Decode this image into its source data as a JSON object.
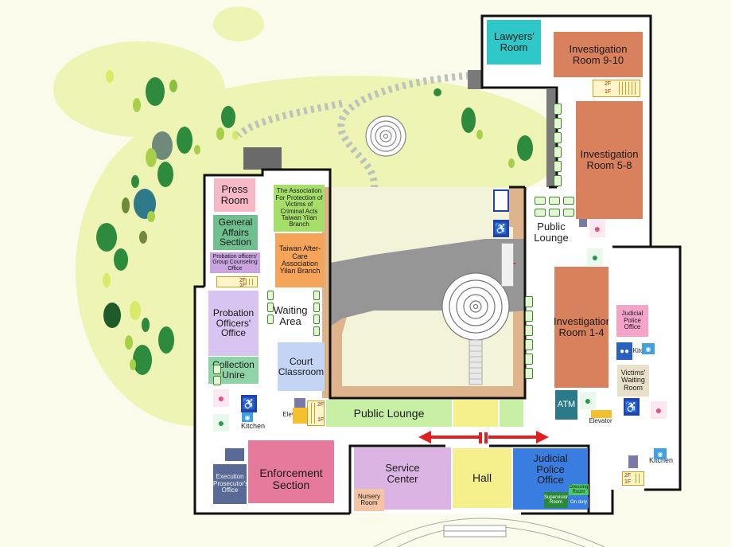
{
  "rooms": {
    "lawyers": "Lawyers' Room",
    "inv910": "Investigation Room 9-10",
    "inv58": "Investigation Room 5-8",
    "inv14": "Investigation Room 1-4",
    "press": "Press Room",
    "general_affairs": "General Affairs Section",
    "probation_group": "Probation officers' Group Counseling Office",
    "victims_assoc": "The Association For Protection of Victims of Criminal Acts Taiwan Yilan Branch",
    "aftercare": "Taiwan After-Care Association Yilan Branch",
    "probation_office": "Probation Officers' Office",
    "collection": "Collection Unire",
    "court_classroom": "Court Classroom",
    "enforcement": "Enforcement Section",
    "execution": "Execution Prosecutor's Office",
    "service": "Service Center",
    "nursery": "Nursery Room",
    "hall": "Hall",
    "judicial_police_office": "Judicial Police Office",
    "supervision": "Supervision Room",
    "dressing": "Dressing Room",
    "on_duty": "On duty",
    "judicial_police_small": "Judicial Police Office",
    "victims_waiting": "Victims' Waiting Room",
    "atm": "ATM"
  },
  "labels": {
    "public_lounge_top": "Public Lounge",
    "waiting_area": "Waiting Area",
    "public_lounge_bottom": "Public Lounge",
    "kitchen_left": "Kitchen",
    "kitchen_right_top": "Kitchen",
    "kitchen_right_bottom": "Kitchen",
    "elevator_left": "Elevator",
    "elevator_right": "Elevator"
  },
  "stairs": {
    "upper": "2F",
    "lower": "1F"
  },
  "icons": {
    "restroom_female": "female-restroom-icon",
    "restroom_male": "male-restroom-icon",
    "restroom_both": "restroom-icon",
    "accessible": "wheelchair-accessible-icon",
    "kitchen": "kitchen-icon",
    "elevator": "elevator-icon"
  },
  "colors": {
    "lawyers": "#2fc8c8",
    "investigation": "#d9805c",
    "press": "#f5b8c4",
    "general_affairs": "#6fbf8f",
    "probation_group": "#c9a4e0",
    "victims_assoc": "#a6de6a",
    "aftercare": "#f5a45a",
    "probation_office": "#d8c4f0",
    "collection": "#8fd4a8",
    "court_classroom": "#c4d4f5",
    "enforcement": "#e67a9c",
    "execution": "#5a6a96",
    "service": "#dcb4e4",
    "nursery": "#f5c4a4",
    "hall": "#f5f08c",
    "judicial_police_office": "#3a7de0",
    "judicial_police_small": "#f5a4c8",
    "victims_waiting": "#e8e0c8",
    "atm": "#2a7a8a",
    "public_lounge": "#c8f0a4",
    "lawn": "#eef5b4",
    "courtyard": "#f3f3da",
    "plaza": "#969696",
    "walkway": "#deb48c"
  }
}
